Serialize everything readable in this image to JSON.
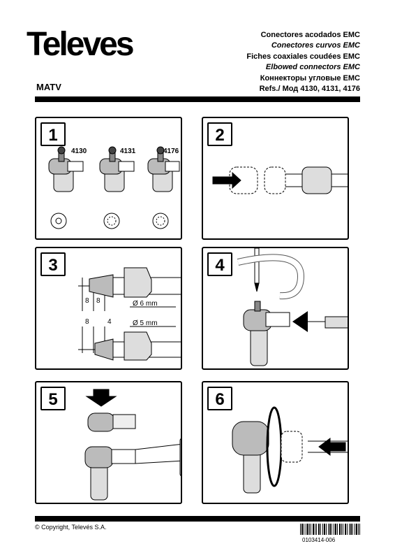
{
  "brand": {
    "logo": "Televes",
    "section": "MATV"
  },
  "titles": [
    "Conectores acodados EMC",
    "Conectores curvos EMC",
    "Fiches coaxiales coudées EMC",
    "Elbowed connectors EMC",
    "Коннекторы угловые EMC",
    "Refs./ Мод 4130, 4131, 4176"
  ],
  "steps": [
    {
      "number": "1",
      "refs": [
        "4130",
        "4131",
        "4176"
      ]
    },
    {
      "number": "2"
    },
    {
      "number": "3",
      "dims_a": [
        "8",
        "8"
      ],
      "dia_a": "Ø   6 mm",
      "dims_b": [
        "8",
        "4"
      ],
      "dia_b": "Ø   5 mm"
    },
    {
      "number": "4"
    },
    {
      "number": "5"
    },
    {
      "number": "6"
    }
  ],
  "footer": {
    "copyright": "© Copyright, Televés S.A.",
    "doc_number": "0103414-006"
  }
}
